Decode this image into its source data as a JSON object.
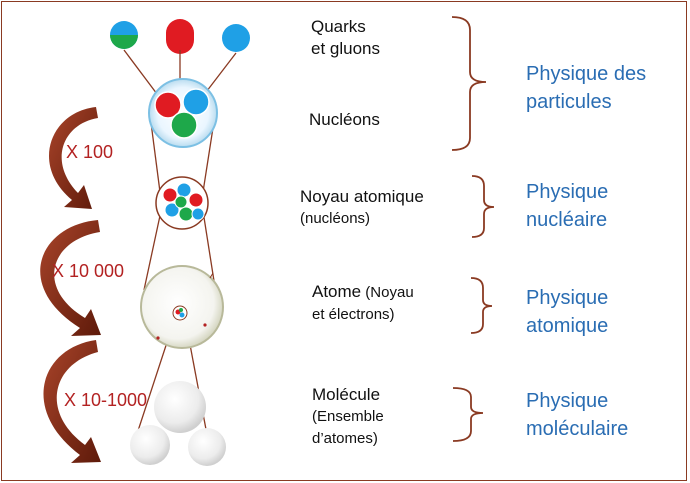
{
  "colors": {
    "border": "#8a3a22",
    "domain_text": "#2a6db3",
    "factor_text": "#b32222",
    "arrow": "#7d2a14",
    "quark_red": "#e01b22",
    "quark_green": "#1ea84a",
    "quark_blue": "#1fa0e6"
  },
  "levels": [
    {
      "label_line1": "Quarks",
      "label_line2": "et gluons",
      "domain_line1": "Physique des",
      "domain_line2": "particules"
    },
    {
      "label_line1": "Nucléons"
    },
    {
      "label_line1": "Noyau atomique",
      "label_line2": "(nucléons)",
      "domain_line1": "Physique",
      "domain_line2": "nucléaire"
    },
    {
      "label_line1_main": "Atome",
      "label_line1_extra": " (Noyau",
      "label_line2": "et électrons)",
      "domain_line1": "Physique",
      "domain_line2": "atomique"
    },
    {
      "label_line1": "Molécule",
      "label_line2": "(Ensemble",
      "label_line3": "d’atomes)",
      "domain_line1": "Physique",
      "domain_line2": "moléculaire"
    }
  ],
  "factors": [
    "X 100",
    "X 10 000",
    "X 10-1000"
  ],
  "icons": [
    "quark-icon",
    "nucleon-icon",
    "nucleus-icon",
    "atom-icon",
    "molecule-icon",
    "curved-arrow-icon",
    "brace-icon"
  ]
}
